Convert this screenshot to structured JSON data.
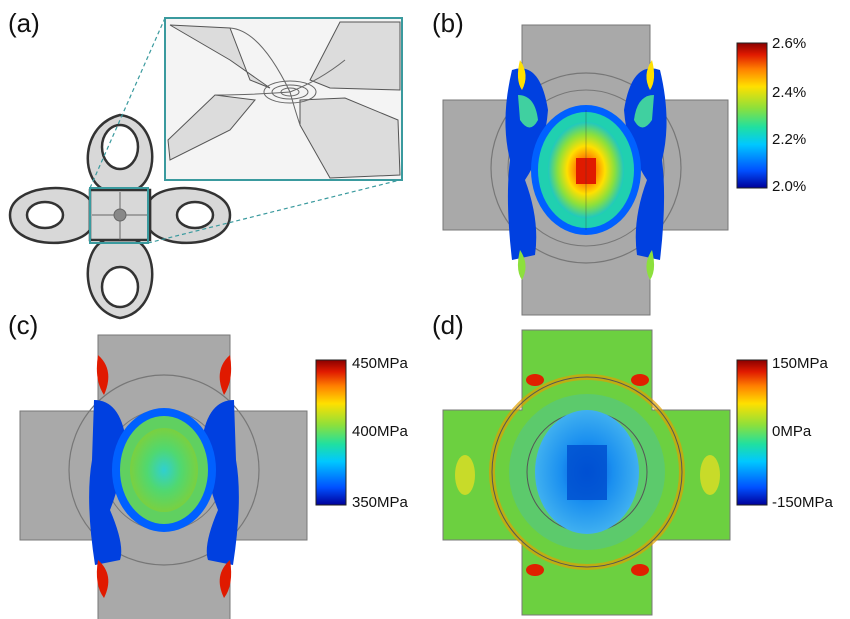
{
  "panels": [
    {
      "label": "(a)"
    },
    {
      "label": "(b)",
      "colorbar": {
        "ticks": [
          "2.6%",
          "2.4%",
          "2.2%",
          "2.0%"
        ]
      }
    },
    {
      "label": "(c)",
      "colorbar": {
        "ticks": [
          "450MPa",
          "400MPa",
          "350MPa"
        ]
      }
    },
    {
      "label": "(d)",
      "colorbar": {
        "ticks": [
          "150MPa",
          "0MPa",
          "-150MPa"
        ]
      }
    }
  ],
  "colors": {
    "structure_gray": "#a9a9a9",
    "zoom_box": "#3a9a9e",
    "colormap": [
      "#00009a",
      "#0050ff",
      "#00c8ff",
      "#20e0a0",
      "#8ce03c",
      "#ffe000",
      "#ff8000",
      "#e01a00",
      "#8a0000"
    ]
  }
}
